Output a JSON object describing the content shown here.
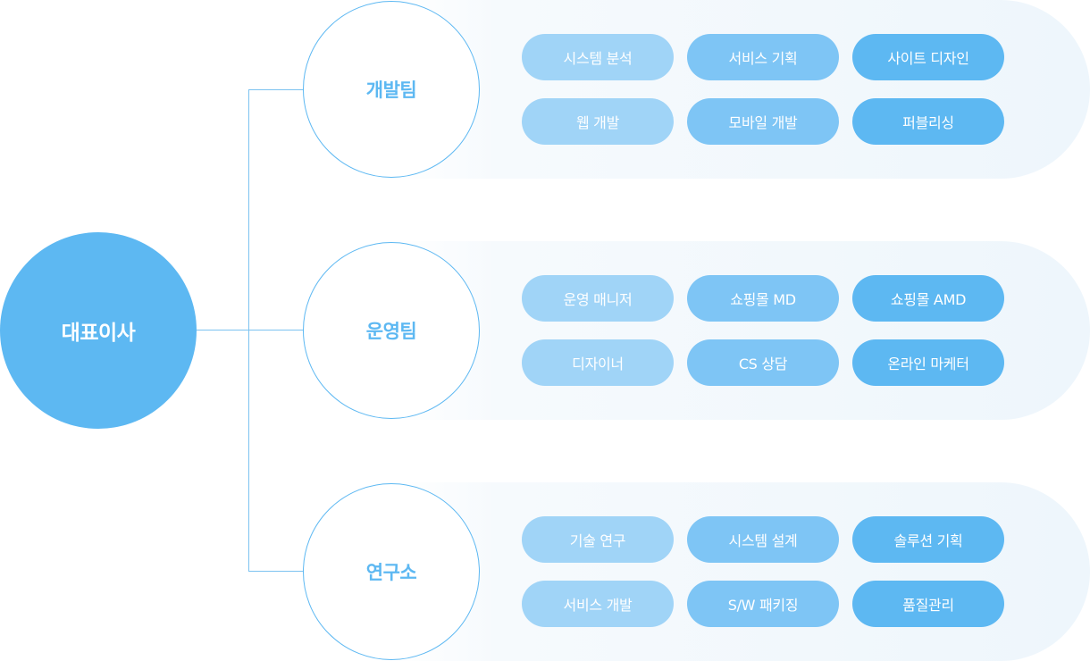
{
  "ceo": {
    "label": "대표이사"
  },
  "colors": {
    "primary": "#5db8f2",
    "pill_light": "#a0d4f7",
    "pill_mid": "#7ec5f5",
    "pill_dark": "#5db8f2",
    "band": "#eef6fc",
    "connector": "#7cc3f0"
  },
  "teams": [
    {
      "name": "개발팀",
      "roles": [
        "시스템 분석",
        "서비스 기획",
        "사이트 디자인",
        "웹 개발",
        "모바일 개발",
        "퍼블리싱"
      ]
    },
    {
      "name": "운영팀",
      "roles": [
        "운영 매니저",
        "쇼핑몰 MD",
        "쇼핑몰 AMD",
        "디자이너",
        "CS 상담",
        "온라인 마케터"
      ]
    },
    {
      "name": "연구소",
      "roles": [
        "기술 연구",
        "시스템 설계",
        "솔루션 기획",
        "서비스 개발",
        "S/W 패키징",
        "품질관리"
      ]
    }
  ]
}
